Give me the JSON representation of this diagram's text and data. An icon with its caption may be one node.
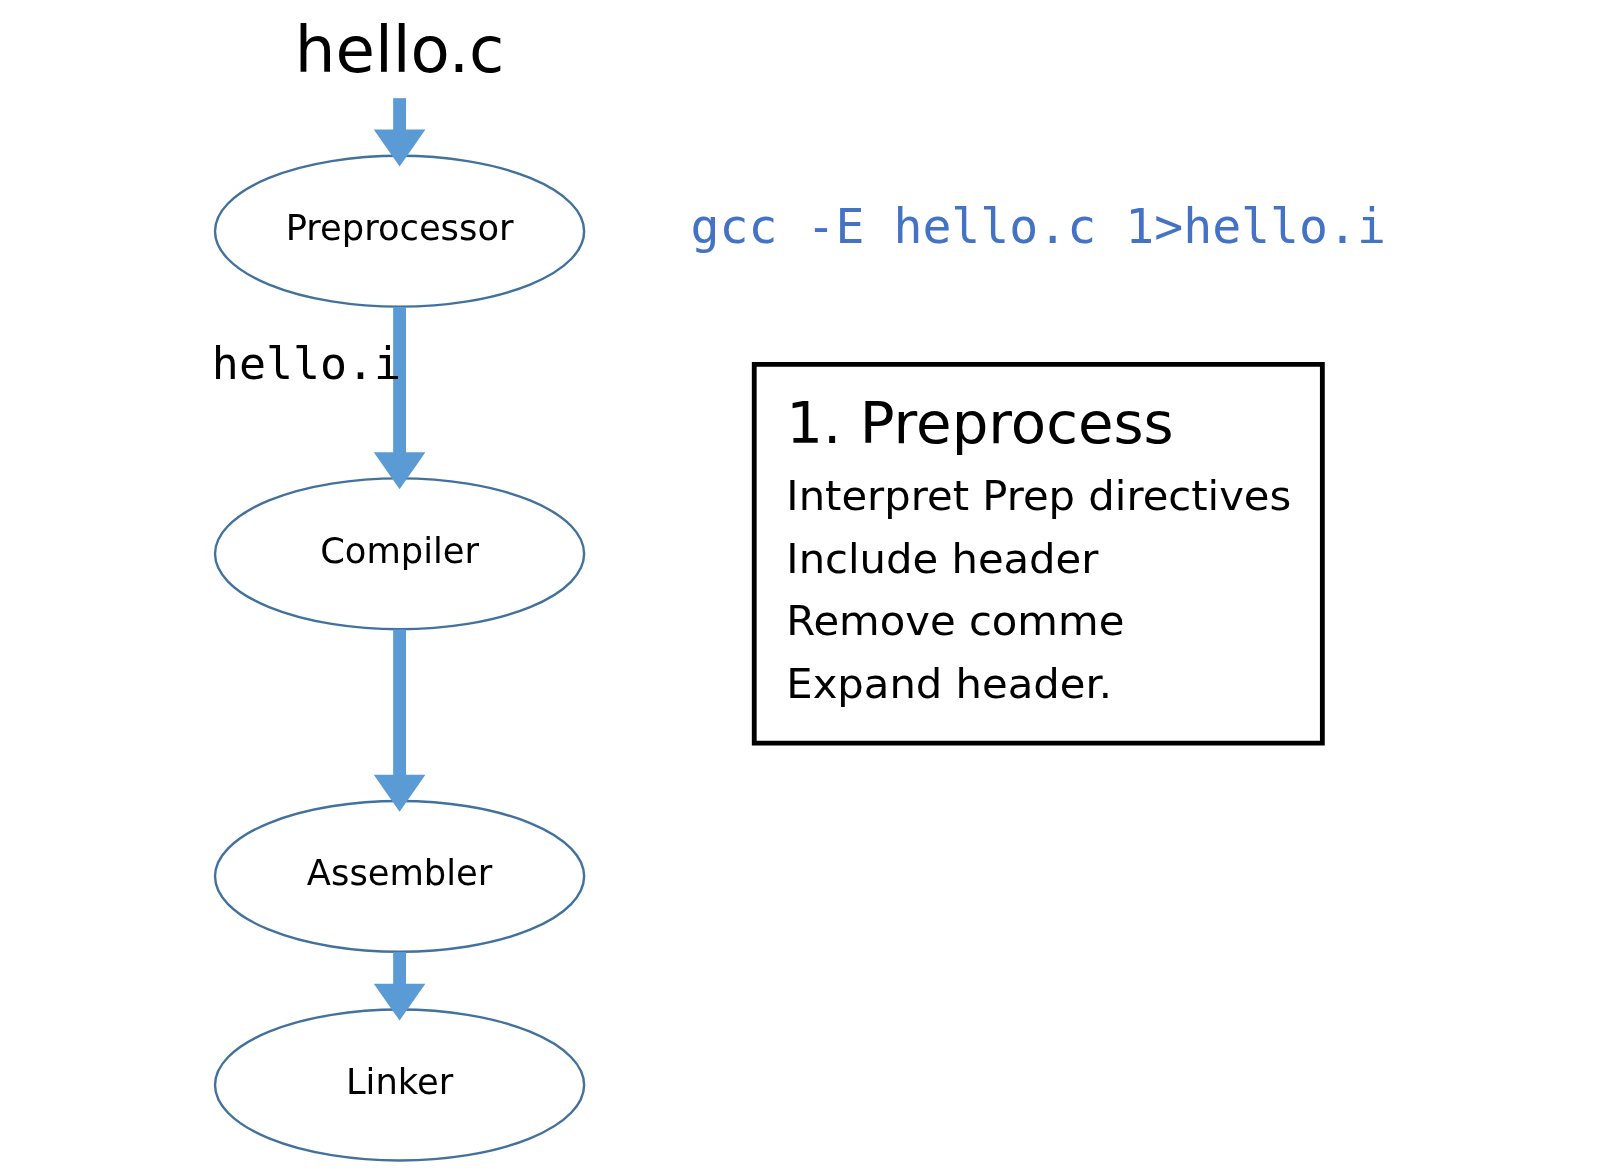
{
  "diagram": {
    "nodes": [
      {
        "text": [
          "hello.c"
        ]
      },
      {
        "text": [
          "Preprocessor"
        ]
      },
      {
        "text": [
          "Compiler"
        ]
      },
      {
        "text": [
          "Assembler"
        ]
      },
      {
        "text": [
          "Linker"
        ]
      },
      {
        "text": [
          "1. Preprocess",
          "Interpret Prep directives",
          "Include header",
          "Remove comme",
          "Expand header."
        ]
      }
    ],
    "edges": [
      {
        "from": 0,
        "to": 1,
        "arrow": "to"
      },
      {
        "from": 1,
        "to": 2,
        "arrow": "to",
        "label": "hello.i"
      },
      {
        "from": 2,
        "to": 3,
        "arrow": "to"
      },
      {
        "from": 3,
        "to": 4,
        "arrow": "to"
      }
    ],
    "labels": [
      "gcc -E hello.c 1>hello.i"
    ]
  }
}
